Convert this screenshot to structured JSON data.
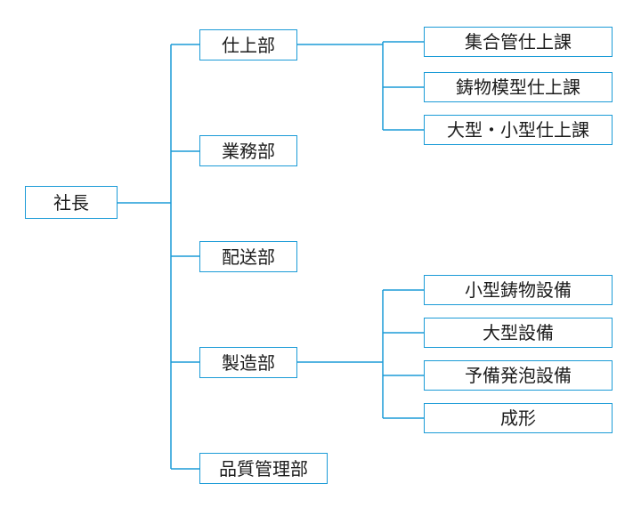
{
  "org_chart": {
    "root": {
      "label": "社長"
    },
    "departments": [
      {
        "label": "仕上部",
        "sections": [
          {
            "label": "集合管仕上課"
          },
          {
            "label": "鋳物模型仕上課"
          },
          {
            "label": "大型・小型仕上課"
          }
        ]
      },
      {
        "label": "業務部",
        "sections": []
      },
      {
        "label": "配送部",
        "sections": []
      },
      {
        "label": "製造部",
        "sections": [
          {
            "label": "小型鋳物設備"
          },
          {
            "label": "大型設備"
          },
          {
            "label": "予備発泡設備"
          },
          {
            "label": "成形"
          }
        ]
      },
      {
        "label": "品質管理部",
        "sections": []
      }
    ],
    "line_color": "#1b9bd7",
    "text_color": "#1c1c1c"
  }
}
